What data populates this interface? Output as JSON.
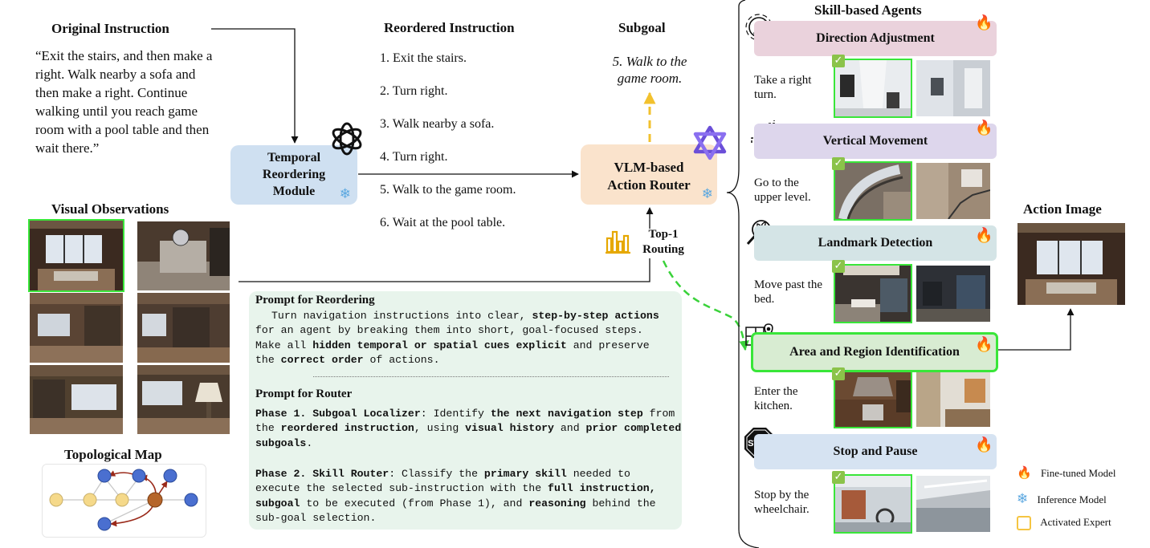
{
  "original": {
    "title": "Original Instruction",
    "text": "“Exit the stairs, and then make a right. Walk nearby a sofa and then make a right. Continue walking until you reach game room with a pool table and then wait there.”"
  },
  "visual_observations": {
    "title": "Visual Observations"
  },
  "topo_map": {
    "title": "Topological Map"
  },
  "reorder_module": {
    "line1": "Temporal",
    "line2": "Reordering",
    "line3": "Module"
  },
  "reordered": {
    "title": "Reordered Instruction",
    "steps": [
      "1. Exit the stairs.",
      "2. Turn right.",
      "3. Walk nearby a sofa.",
      "4. Turn right.",
      "5. Walk to the game room.",
      "6. Wait at the pool table."
    ]
  },
  "subgoal": {
    "title": "Subgoal",
    "line1": "5. Walk to the",
    "line2": "game room."
  },
  "router": {
    "line1": "VLM-based",
    "line2": "Action Router"
  },
  "routing": {
    "line1": "Top-1",
    "line2": "Routing"
  },
  "prompt_reorder": {
    "title": "Prompt for Reordering",
    "p1": "Turn navigation instructions into clear, ",
    "b1": "step-by-step actions",
    "p2": " for an agent by breaking them into short, goal-focused steps. Make all ",
    "b2": "hidden temporal or spatial cues explicit",
    "p3": " and preserve the ",
    "b3": "correct order",
    "p4": " of actions."
  },
  "prompt_router": {
    "title": "Prompt for Router",
    "ph1_label": "Phase 1. Subgoal Localizer",
    "ph1_a": ": Identify ",
    "ph1_b1": "the next navigation step",
    "ph1_c": " from the ",
    "ph1_b2": "reordered instruction",
    "ph1_d": ", using ",
    "ph1_b3": "visual history",
    "ph1_e": " and ",
    "ph1_b4": "prior completed subgoals",
    "ph1_f": ".",
    "ph2_label": "Phase 2. Skill Router",
    "ph2_a": ": Classify the ",
    "ph2_b1": "primary skill",
    "ph2_c": " needed to execute the selected sub-instruction with the ",
    "ph2_b2": "full instruction, subgoal",
    "ph2_d": " to be executed (from Phase 1), and ",
    "ph2_b3": "reasoning",
    "ph2_e": " behind the sub-goal selection."
  },
  "skills": {
    "title": "Skill-based Agents",
    "items": [
      {
        "name": "Direction Adjustment",
        "example": "Take a right turn.",
        "color": "#ead2dc",
        "icon": "compass-icon"
      },
      {
        "name": "Vertical Movement",
        "example": "Go to the upper level.",
        "color": "#ddd6ec",
        "icon": "stairs-icon"
      },
      {
        "name": "Landmark Detection",
        "example": "Move past the bed.",
        "color": "#d4e4e6",
        "icon": "magnifier-plant-icon"
      },
      {
        "name": "Area and Region Identification",
        "example": "Enter the kitchen.",
        "color": "#d8ecd2",
        "icon": "floorplan-pin-icon"
      },
      {
        "name": "Stop and Pause",
        "example": "Stop by the wheelchair.",
        "color": "#d6e3f2",
        "icon": "stop-sign-icon"
      }
    ]
  },
  "action_image": {
    "title": "Action Image"
  },
  "legend": {
    "finetuned": "Fine-tuned Model",
    "inference": "Inference Model",
    "activated": "Activated Expert"
  },
  "colors": {
    "module_blue": "#cfe0f1",
    "router_orange": "#fae3cc",
    "prompt_green": "#e8f4ec",
    "active_border": "#39e639",
    "arrow_yellow": "#f2c12e",
    "arrow_green": "#3ad23a",
    "topo_blue": "#4a6fd0",
    "topo_yellow": "#f5d98a",
    "topo_brown": "#b5652a"
  }
}
